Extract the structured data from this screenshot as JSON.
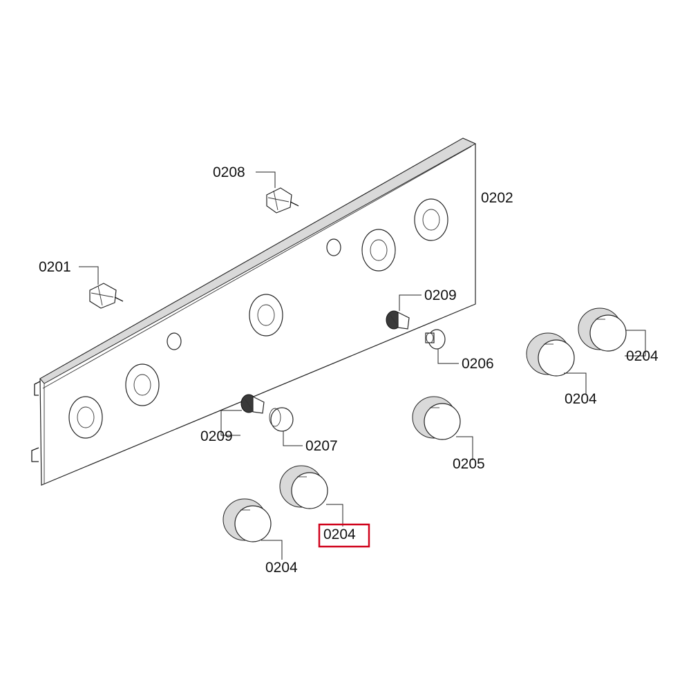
{
  "callouts": [
    {
      "id": "c-0208",
      "label": "0208"
    },
    {
      "id": "c-0202",
      "label": "0202"
    },
    {
      "id": "c-0201",
      "label": "0201"
    },
    {
      "id": "c-0209-top",
      "label": "0209"
    },
    {
      "id": "c-0206",
      "label": "0206"
    },
    {
      "id": "c-0204-right",
      "label": "0204"
    },
    {
      "id": "c-0204-rightlow",
      "label": "0204"
    },
    {
      "id": "c-0209-low",
      "label": "0209"
    },
    {
      "id": "c-0207",
      "label": "0207"
    },
    {
      "id": "c-0205",
      "label": "0205"
    },
    {
      "id": "c-0204-highlight",
      "label": "0204"
    },
    {
      "id": "c-0204-left",
      "label": "0204"
    }
  ],
  "highlight": {
    "target": "c-0204-highlight",
    "color": "#d0021b"
  }
}
